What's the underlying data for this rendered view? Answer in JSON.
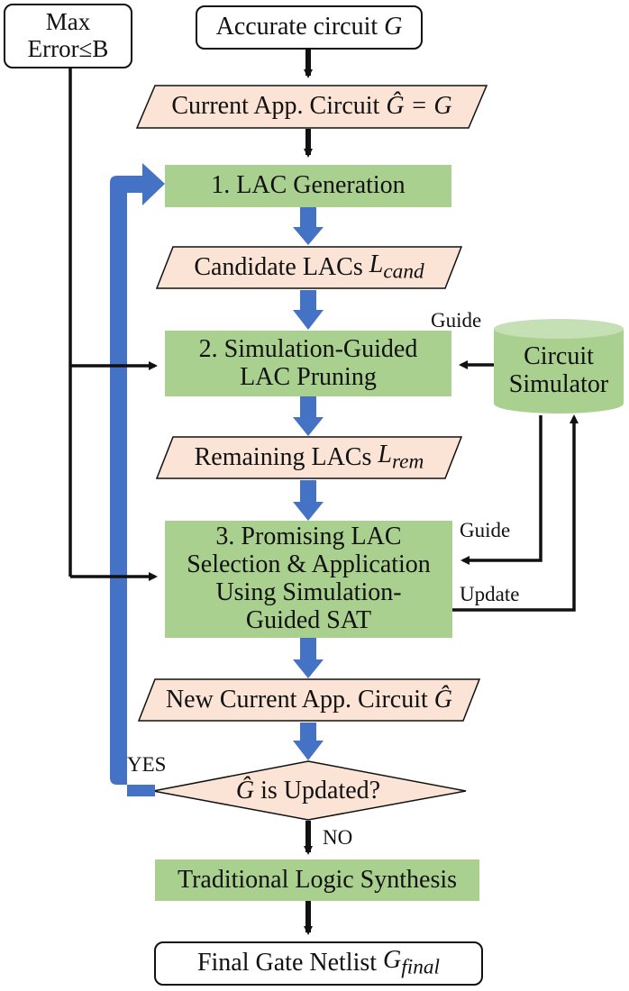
{
  "inputs": {
    "max_error_line1": "Max",
    "max_error_line2": "Error≤B",
    "accurate_circuit": "Accurate circuit",
    "accurate_circuit_var": "G"
  },
  "data_nodes": {
    "current_app": "Current App. Circuit",
    "current_app_formula": "Ĝ = G",
    "candidate_lacs": "Candidate LACs",
    "candidate_var": "L",
    "candidate_sub": "cand",
    "remaining_lacs": "Remaining LACs",
    "remaining_var": "L",
    "remaining_sub": "rem",
    "new_current": "New Current App. Circuit",
    "new_current_var": "Ĝ"
  },
  "steps": {
    "step1": "1. LAC Generation",
    "step2_line1": "2. Simulation-Guided",
    "step2_line2": "LAC Pruning",
    "step3_line1": "3. Promising LAC",
    "step3_line2": "Selection & Application",
    "step3_line3": "Using Simulation-",
    "step3_line4": "Guided SAT",
    "traditional": "Traditional Logic Synthesis"
  },
  "decision": {
    "var": "Ĝ",
    "text": "is Updated?",
    "yes": "YES",
    "no": "NO"
  },
  "simulator": {
    "line1": "Circuit",
    "line2": "Simulator",
    "guide_top": "Guide",
    "guide_mid": "Guide",
    "update": "Update"
  },
  "output": {
    "final": "Final Gate Netlist",
    "final_var": "G",
    "final_sub": "final"
  },
  "colors": {
    "green": "#a9d08e",
    "peach": "#fbe4d5",
    "blue_arrow": "#4472c4",
    "black": "#111111"
  }
}
